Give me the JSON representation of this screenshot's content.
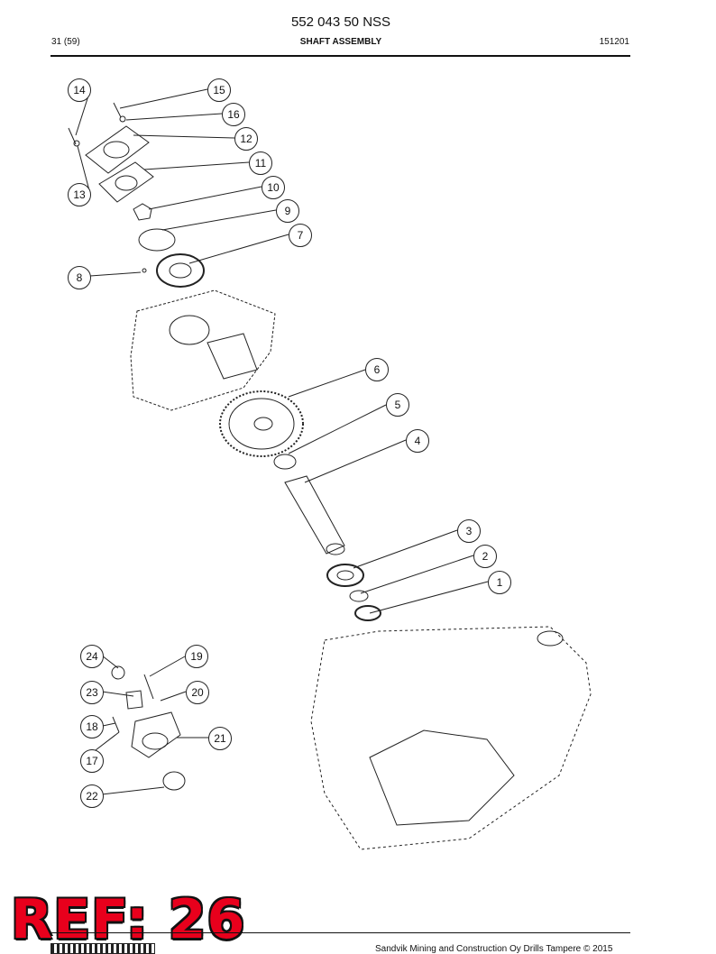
{
  "header": {
    "doc_number": "552 043 50 NSS",
    "page": "31 (59)",
    "title": "SHAFT ASSEMBLY",
    "date": "151201"
  },
  "callouts": [
    "1",
    "2",
    "3",
    "4",
    "5",
    "6",
    "7",
    "8",
    "9",
    "10",
    "11",
    "12",
    "13",
    "14",
    "15",
    "16",
    "17",
    "18",
    "19",
    "20",
    "21",
    "22",
    "23",
    "24"
  ],
  "stamp": "REF: 26",
  "footer": {
    "copyright": "Sandvik Mining and Construction Oy Drills Tampere © 2015"
  },
  "colors": {
    "stamp_red": "#e8001c",
    "line": "#111111"
  }
}
